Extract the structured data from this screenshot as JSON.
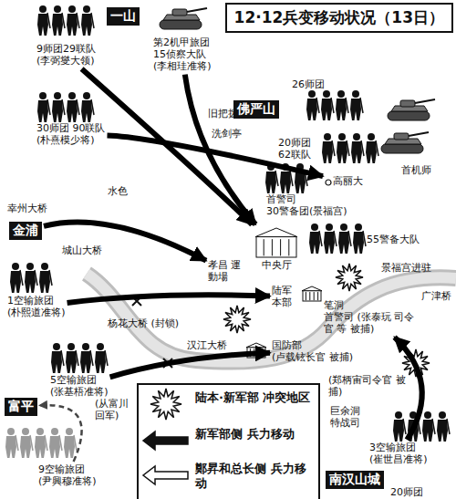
{
  "diagram": {
    "title": "12·12兵变移动状况（13日）",
    "nodes": [
      {
        "text": [
          "一山"
        ]
      },
      {
        "text": [
          "9师团29联队",
          "(李弼燮大领)"
        ]
      },
      {
        "text": [
          "第2机甲旅团",
          "15侦察大队",
          "(李相珪准将)"
        ]
      },
      {
        "text": [
          "26师团"
        ]
      },
      {
        "text": [
          "佛严山"
        ]
      },
      {
        "text": [
          "30师团 90联队",
          "(朴熹模少将)"
        ]
      },
      {
        "text": [
          "20师团 62联队"
        ]
      },
      {
        "text": [
          "首机师"
        ]
      },
      {
        "text": [
          "高丽大"
        ]
      },
      {
        "text": [
          "首警司",
          "30警备团(景福宫)"
        ]
      },
      {
        "text": [
          "金浦"
        ]
      },
      {
        "text": [
          "55警备大队"
        ]
      },
      {
        "text": [
          "中央厅"
        ]
      },
      {
        "text": [
          "孝昌 運動場"
        ]
      },
      {
        "text": [
          "陆军 本部"
        ]
      },
      {
        "text": [
          "笔洞",
          "首警司 (张泰玩 司令官 等 被捕)"
        ]
      },
      {
        "text": [
          "1空输旅团",
          "(朴熙道准将)"
        ]
      },
      {
        "text": [
          "国防部",
          "(卢载铉长官 被捕)"
        ]
      },
      {
        "text": [
          "(郑柄宙司令官 被捕)"
        ]
      },
      {
        "text": [
          "5空输旅团",
          "(张基梧准将)"
        ]
      },
      {
        "text": [
          "巨余洞 特战司"
        ]
      },
      {
        "text": [
          "富平"
        ]
      },
      {
        "text": [
          "3空输旅团",
          "(崔世昌准将)"
        ]
      },
      {
        "text": [
          "9空输旅团",
          "(尹興穆准将)"
        ]
      },
      {
        "text": [
          "南汉山城"
        ]
      }
    ],
    "edges": [
      {
        "from": 1,
        "to": 12,
        "arrow": "to"
      },
      {
        "from": 2,
        "to": 12,
        "arrow": "to"
      },
      {
        "from": 5,
        "to": 8,
        "arrow": "to"
      },
      {
        "from": 10,
        "to": 13,
        "arrow": "to"
      },
      {
        "from": 16,
        "to": 14,
        "arrow": "to"
      },
      {
        "from": 19,
        "to": 17,
        "arrow": "to"
      },
      {
        "from": 22,
        "to": 15,
        "arrow": "to"
      },
      {
        "from": 23,
        "to": 21,
        "arrow": "to"
      }
    ],
    "labels": [
      "旧把拨",
      "洗剑亭",
      "水色",
      "幸州大桥",
      "城山大桥",
      "杨花大桥 (封锁)",
      "汉江大桥",
      "景福宫进驻",
      "广津桥",
      "(从富川 回军)",
      "20师团"
    ],
    "legend": [
      {
        "text": "陆本·新军部 冲突地区"
      },
      {
        "text": "新军部侧 兵力移动"
      },
      {
        "text": "鄭昇和总长侧 兵力移动"
      }
    ]
  }
}
